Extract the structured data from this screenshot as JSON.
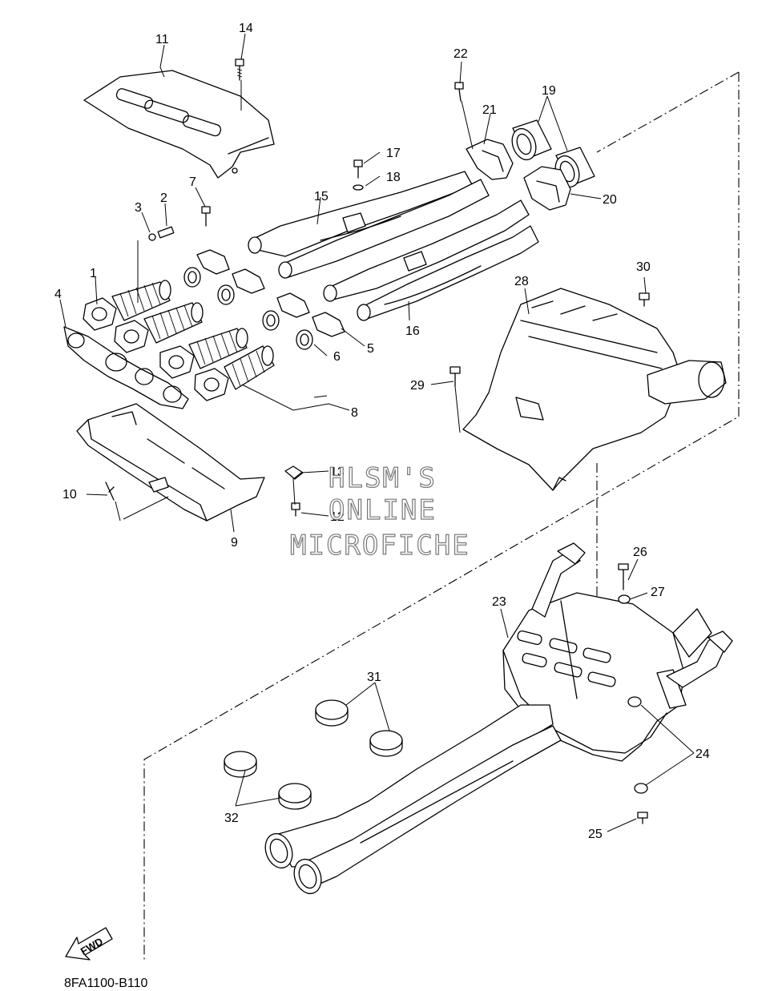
{
  "diagram_code": "8FA1100-B110",
  "fwd_label": "FWD",
  "watermark": {
    "line1": "HLSM'S",
    "line2": "ONLINE",
    "line3": "MICROFICHE"
  },
  "callouts": {
    "c1": "1",
    "c2": "2",
    "c3": "3",
    "c4": "4",
    "c5": "5",
    "c6": "6",
    "c7": "7",
    "c8": "8",
    "c9": "9",
    "c10": "10",
    "c11": "11",
    "c12": "12",
    "c13": "13",
    "c14": "14",
    "c15": "15",
    "c16": "16",
    "c17": "17",
    "c18": "18",
    "c19": "19",
    "c20": "20",
    "c21": "21",
    "c22": "22",
    "c23": "23",
    "c24": "24",
    "c25": "25",
    "c26": "26",
    "c27": "27",
    "c28": "28",
    "c29": "29",
    "c30": "30",
    "c31": "31",
    "c32": "32"
  }
}
